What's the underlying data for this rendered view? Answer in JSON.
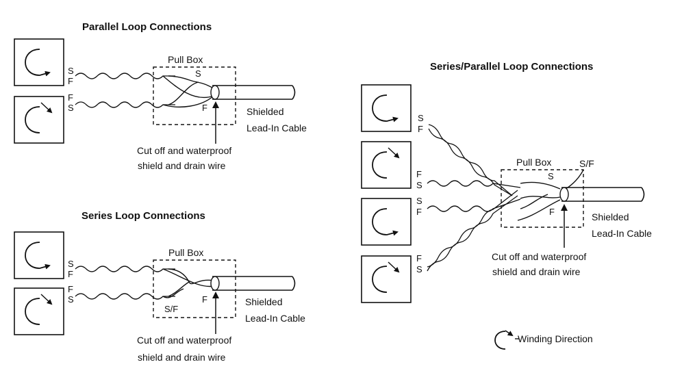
{
  "parallel": {
    "title": "Parallel Loop Connections",
    "pull_box": "Pull Box",
    "loop1_top": "S",
    "loop1_bottom": "F",
    "loop2_top": "F",
    "loop2_bottom": "S",
    "box_s": "S",
    "box_f": "F",
    "cable_line1": "Shielded",
    "cable_line2": "Lead-In Cable",
    "note_line1": "Cut off and waterproof",
    "note_line2": "shield and drain wire"
  },
  "series": {
    "title": "Series Loop Connections",
    "pull_box": "Pull Box",
    "loop1_top": "S",
    "loop1_bottom": "F",
    "loop2_top": "F",
    "loop2_bottom": "S",
    "box_sf": "S/F",
    "box_f": "F",
    "cable_line1": "Shielded",
    "cable_line2": "Lead-In Cable",
    "note_line1": "Cut off and waterproof",
    "note_line2": "shield and drain wire"
  },
  "series_parallel": {
    "title": "Series/Parallel Loop Connections",
    "pull_box": "Pull Box",
    "sf_label": "S/F",
    "loop1_top": "S",
    "loop1_bottom": "F",
    "loop2_top": "F",
    "loop2_bottom": "S",
    "loop3_top": "S",
    "loop3_bottom": "F",
    "loop4_top": "F",
    "loop4_bottom": "S",
    "box_s": "S",
    "box_f": "F",
    "cable_line1": "Shielded",
    "cable_line2": "Lead-In Cable",
    "note_line1": "Cut off and waterproof",
    "note_line2": "shield and drain wire"
  },
  "legend": {
    "label": "Winding Direction",
    "icon": "winding-direction-icon"
  }
}
